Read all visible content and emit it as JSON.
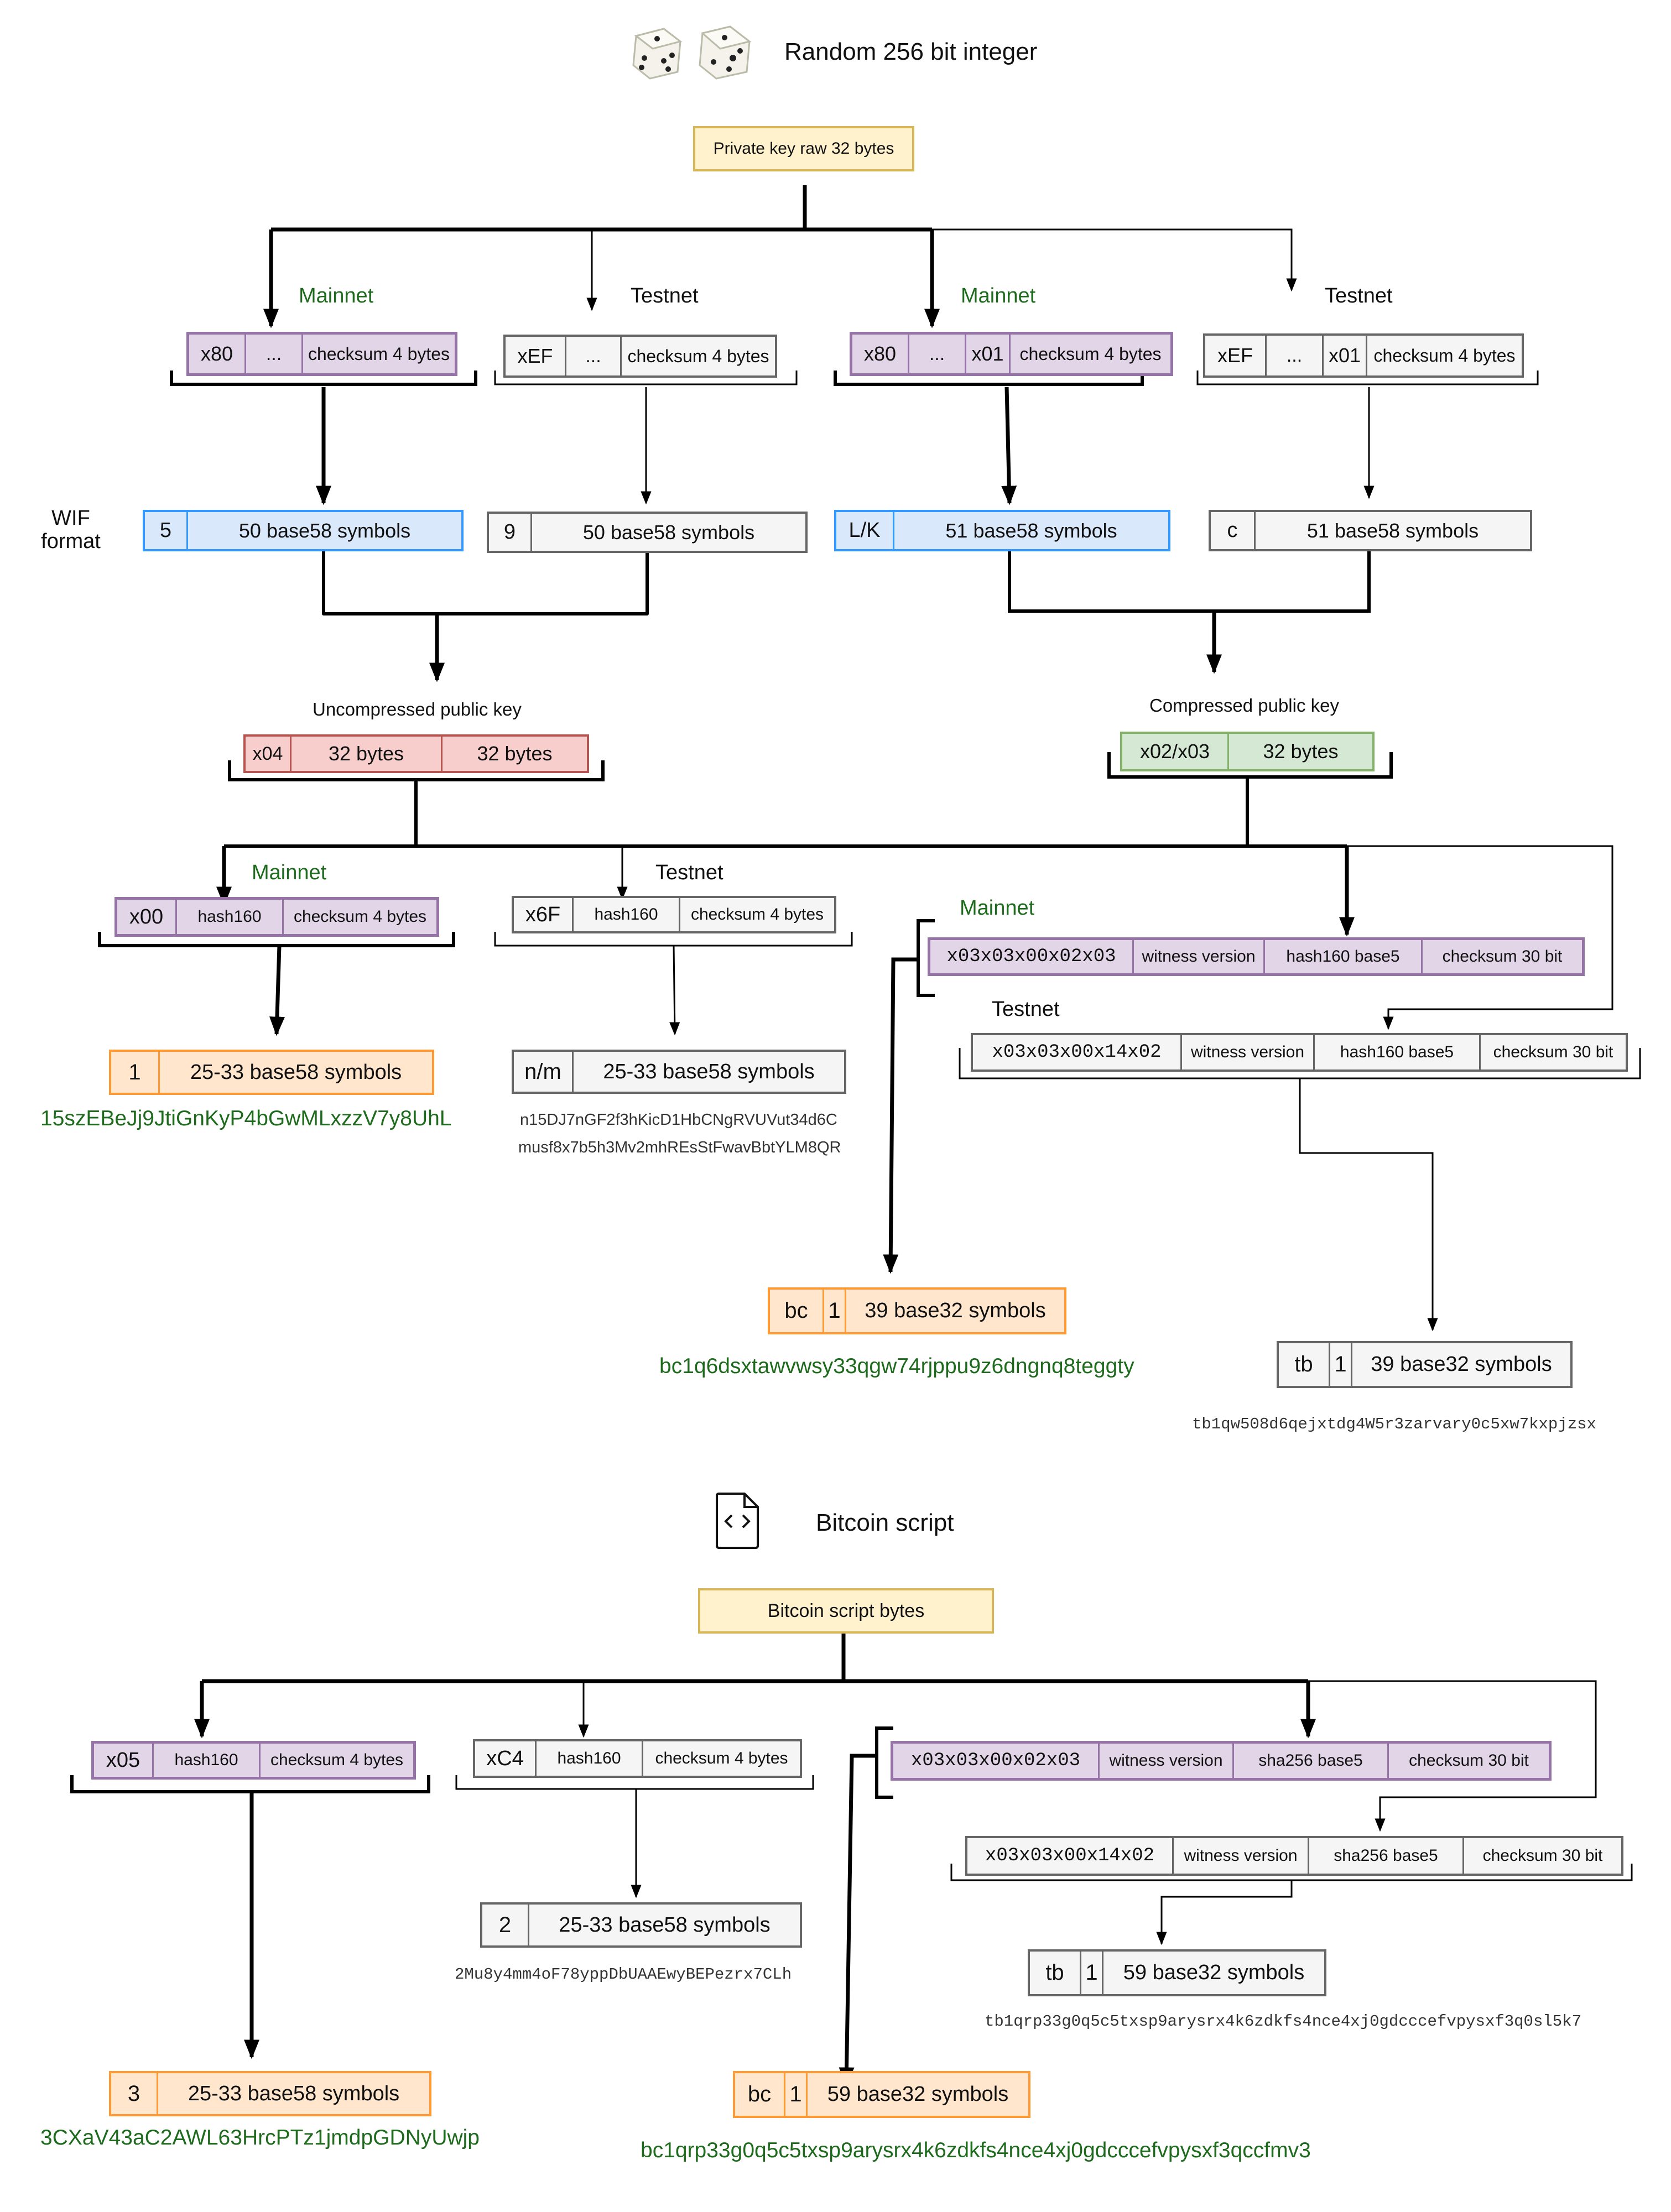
{
  "header": {
    "title": "Random 256 bit integer",
    "dice_icon": "dice-icon"
  },
  "private_key": {
    "label": "Private key raw 32 bytes"
  },
  "networks": {
    "mainnet": "Mainnet",
    "testnet": "Testnet"
  },
  "wif_label": "WIF\nformat",
  "privkey_formats": [
    {
      "cells": [
        "x80",
        "...",
        "checksum 4 bytes"
      ]
    },
    {
      "cells": [
        "xEF",
        "...",
        "checksum 4 bytes"
      ]
    },
    {
      "cells": [
        "x80",
        "...",
        "x01",
        "checksum 4 bytes"
      ]
    },
    {
      "cells": [
        "xEF",
        "...",
        "x01",
        "checksum 4 bytes"
      ]
    }
  ],
  "wif": [
    {
      "cells": [
        "5",
        "50 base58 symbols"
      ]
    },
    {
      "cells": [
        "9",
        "50 base58 symbols"
      ]
    },
    {
      "cells": [
        "L/K",
        "51 base58 symbols"
      ]
    },
    {
      "cells": [
        "c",
        "51 base58 symbols"
      ]
    }
  ],
  "uncompressed": {
    "label": "Uncompressed public key",
    "cells": [
      "x04",
      "32 bytes",
      "32 bytes"
    ]
  },
  "compressed": {
    "label": "Compressed public key",
    "cells": [
      "x02/x03",
      "32 bytes"
    ]
  },
  "pubkey_addr": {
    "p2pkh_main": {
      "cells": [
        "x00",
        "hash160",
        "checksum 4 bytes"
      ]
    },
    "p2pkh_test": {
      "cells": [
        "x6F",
        "hash160",
        "checksum 4 bytes"
      ]
    },
    "seg_main": {
      "cells": [
        "x03x03x00x02x03",
        "witness version",
        "hash160 base5",
        "checksum 30 bit"
      ]
    },
    "seg_test": {
      "cells": [
        "x03x03x00x14x02",
        "witness version",
        "hash160 base5",
        "checksum 30 bit"
      ]
    },
    "res_main": {
      "cells": [
        "1",
        "25-33 base58 symbols"
      ],
      "example": "15szEBeJj9JtiGnKyP4bGwMLxzzV7y8UhL"
    },
    "res_test": {
      "cells": [
        "n/m",
        "25-33 base58 symbols"
      ],
      "example1": "n15DJ7nGF2f3hKicD1HbCNgRVUVut34d6C",
      "example2": "musf8x7b5h3Mv2mhREsStFwavBbtYLM8QR"
    },
    "res_seg_main": {
      "cells": [
        "bc",
        "1",
        "39 base32 symbols"
      ],
      "example": "bc1q6dsxtawvwsy33qgw74rjppu9z6dngnq8teggty"
    },
    "res_seg_test": {
      "cells": [
        "tb",
        "1",
        "39 base32 symbols"
      ],
      "example": "tb1qw508d6qejxtdg4W5r3zarvary0c5xw7kxpjzsx"
    }
  },
  "script": {
    "title": "Bitcoin script",
    "icon": "code-file-icon",
    "bytes_label": "Bitcoin script bytes",
    "p2sh_main": {
      "cells": [
        "x05",
        "hash160",
        "checksum 4 bytes"
      ]
    },
    "p2sh_test": {
      "cells": [
        "xC4",
        "hash160",
        "checksum 4 bytes"
      ]
    },
    "seg_main": {
      "cells": [
        "x03x03x00x02x03",
        "witness version",
        "sha256 base5",
        "checksum 30 bit"
      ]
    },
    "seg_test": {
      "cells": [
        "x03x03x00x14x02",
        "witness version",
        "sha256 base5",
        "checksum 30 bit"
      ]
    },
    "res_main": {
      "cells": [
        "3",
        "25-33 base58 symbols"
      ],
      "example": "3CXaV43aC2AWL63HrcPTz1jmdpGDNyUwjp"
    },
    "res_test": {
      "cells": [
        "2",
        "25-33 base58 symbols"
      ],
      "example": "2Mu8y4mm4oF78yppDbUAAEwyBEPezrx7CLh"
    },
    "res_seg_test": {
      "cells": [
        "tb",
        "1",
        "59 base32 symbols"
      ],
      "example": "tb1qrp33g0q5c5txsp9arysrx4k6zdkfs4nce4xj0gdcccefvpysxf3q0sl5k7"
    },
    "res_seg_main": {
      "cells": [
        "bc",
        "1",
        "59 base32 symbols"
      ],
      "example": "bc1qrp33g0q5c5txsp9arysrx4k6zdkfs4nce4xj0gdcccefvpysxf3qccfmv3"
    }
  },
  "colors": {
    "green_text": "#1e6b1e",
    "purple_fill": "#e1d5e7",
    "blue_fill": "#dae8fc",
    "orange_fill": "#ffe6cc",
    "red_fill": "#f8cecc",
    "green_fill": "#d5e8d4",
    "yellow_fill": "#fff2cc"
  }
}
